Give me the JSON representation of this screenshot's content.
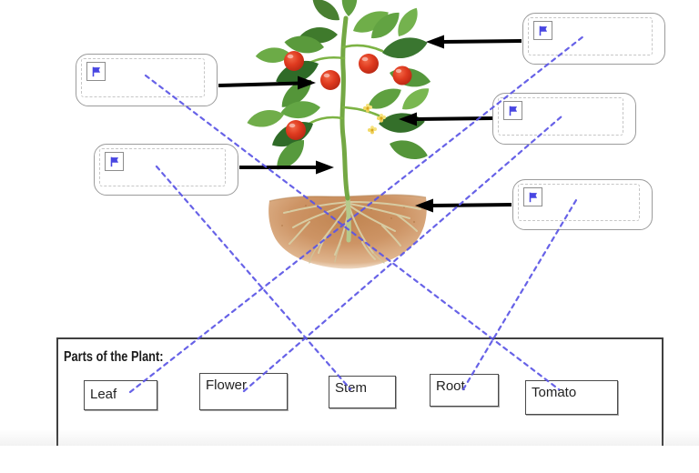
{
  "title_panel": {
    "title": "Parts of the Plant:"
  },
  "word_bank": [
    {
      "label": "Leaf"
    },
    {
      "label": "Flower"
    },
    {
      "label": "Stem"
    },
    {
      "label": "Root"
    },
    {
      "label": "Tomato"
    }
  ],
  "drop_zones": [
    {
      "id": "zone-tomato-fruit",
      "icon": "flag-icon"
    },
    {
      "id": "zone-stem",
      "icon": "flag-icon"
    },
    {
      "id": "zone-leaf",
      "icon": "flag-icon"
    },
    {
      "id": "zone-flower",
      "icon": "flag-icon"
    },
    {
      "id": "zone-root",
      "icon": "flag-icon"
    }
  ],
  "connections": [
    {
      "word": "Leaf",
      "zone": "zone-leaf"
    },
    {
      "word": "Flower",
      "zone": "zone-flower"
    },
    {
      "word": "Stem",
      "zone": "zone-stem"
    },
    {
      "word": "Root",
      "zone": "zone-root"
    },
    {
      "word": "Tomato",
      "zone": "zone-tomato-fruit"
    }
  ],
  "colors": {
    "connection_line": "#5b55e6",
    "flag": "#4846e2",
    "arrow": "#000000",
    "box_border": "#9b9b9b",
    "panel_border": "#3f3f3f"
  }
}
